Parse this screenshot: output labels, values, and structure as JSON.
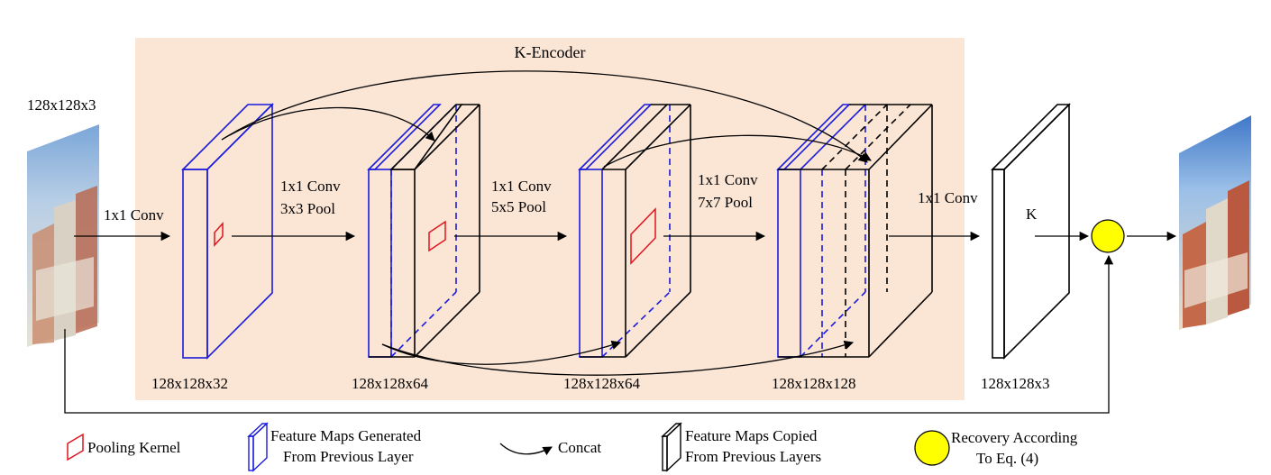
{
  "diagram": {
    "encoder_title": "K-Encoder",
    "input_size": "128x128x3",
    "op_1": "1x1 Conv",
    "op_2_line1": "1x1 Conv",
    "op_2_line2": "3x3 Pool",
    "op_3_line1": "1x1 Conv",
    "op_3_line2": "5x5 Pool",
    "op_4_line1": "1x1 Conv",
    "op_4_line2": "7x7 Pool",
    "op_5": "1x1 Conv",
    "k_label": "K",
    "size_1": "128x128x32",
    "size_2": "128x128x64",
    "size_3": "128x128x64",
    "size_4": "128x128x128",
    "size_5": "128x128x3"
  },
  "legend": {
    "pooling_kernel": "Pooling Kernel",
    "generated_line1": "Feature Maps Generated",
    "generated_line2": "From Previous Layer",
    "concat": "Concat",
    "copied_line1": "Feature Maps Copied",
    "copied_line2": "From Previous Layers",
    "recovery_line1": "Recovery According",
    "recovery_line2": "To Eq. (4)"
  },
  "colors": {
    "encoder_bg": "#fbe6d6",
    "generated_maps": "#1a1adb",
    "pooling_kernel": "#e0141e",
    "recovery_node": "#ffff00"
  }
}
